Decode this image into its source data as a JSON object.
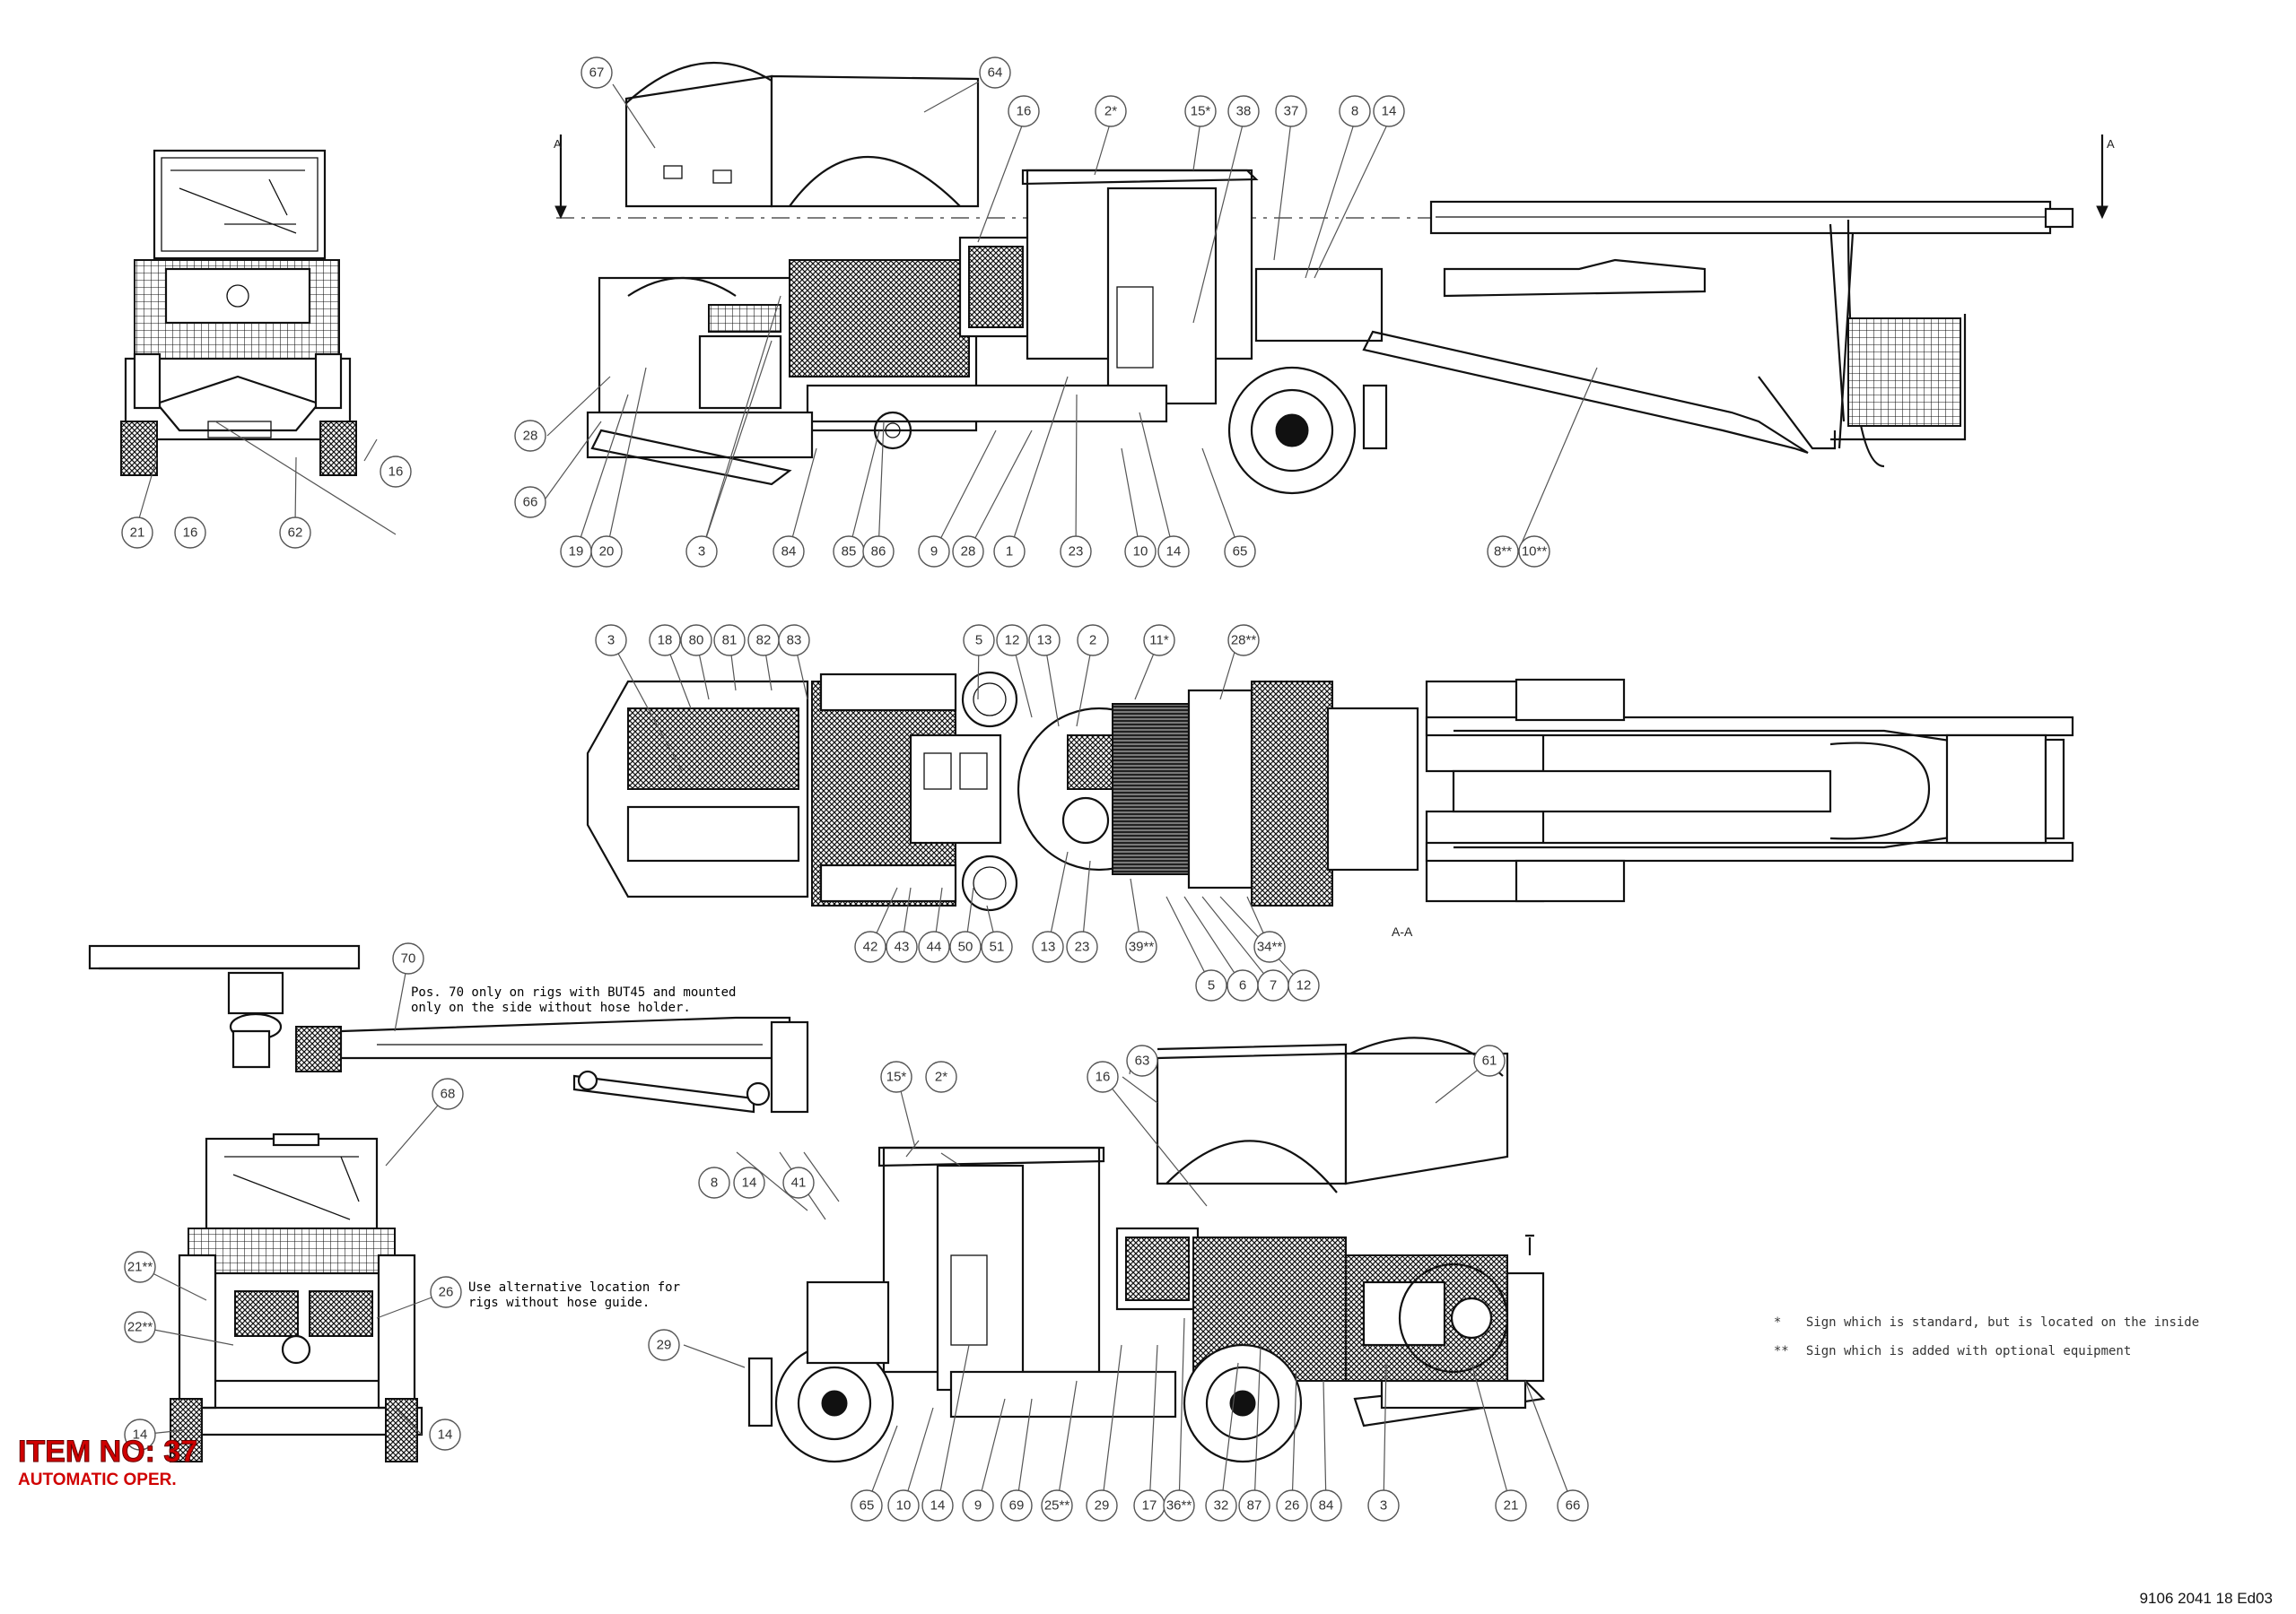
{
  "title_block": {
    "item_no": "ITEM NO: 37",
    "item_subtitle": "AUTOMATIC OPER.",
    "drawing_number": "9106 2041 18 Ed03"
  },
  "section": {
    "cut_label": "A",
    "view_label": "A-A"
  },
  "notes": {
    "pos70": "Pos. 70 only on rigs with BUT45 and mounted\nonly on the side without hose holder.",
    "alt_location": "Use alternative location for\nrigs without hose guide."
  },
  "legend": [
    {
      "symbol": "*",
      "text": "Sign which is standard, but is located on the inside"
    },
    {
      "symbol": "**",
      "text": "Sign which is added with optional equipment"
    }
  ],
  "views": [
    {
      "id": "front-view",
      "callouts": [
        "16",
        "21",
        "16",
        "62"
      ]
    },
    {
      "id": "side-view-top",
      "callouts": [
        "67",
        "64",
        "16",
        "2*",
        "15*",
        "38",
        "37",
        "8",
        "14",
        "28",
        "66",
        "19",
        "20",
        "3",
        "84",
        "85",
        "86",
        "9",
        "28",
        "1",
        "23",
        "10",
        "14",
        "65",
        "8**",
        "10**"
      ]
    },
    {
      "id": "plan-view",
      "callouts": [
        "3",
        "18",
        "80",
        "81",
        "82",
        "83",
        "5",
        "12",
        "13",
        "2",
        "11*",
        "28**",
        "42",
        "43",
        "44",
        "50",
        "51",
        "13",
        "23",
        "39**",
        "34**",
        "5",
        "6",
        "7",
        "12"
      ]
    },
    {
      "id": "boom-view",
      "callouts": [
        "70"
      ]
    },
    {
      "id": "rear-view",
      "callouts": [
        "68",
        "21**",
        "22**",
        "26",
        "14",
        "14"
      ]
    },
    {
      "id": "side-view-bottom",
      "callouts": [
        "63",
        "61",
        "15*",
        "2*",
        "16",
        "8",
        "14",
        "41",
        "29",
        "65",
        "10",
        "14",
        "9",
        "69",
        "25**",
        "29",
        "17",
        "36**",
        "32",
        "87",
        "26",
        "84",
        "3",
        "21",
        "66"
      ]
    }
  ]
}
